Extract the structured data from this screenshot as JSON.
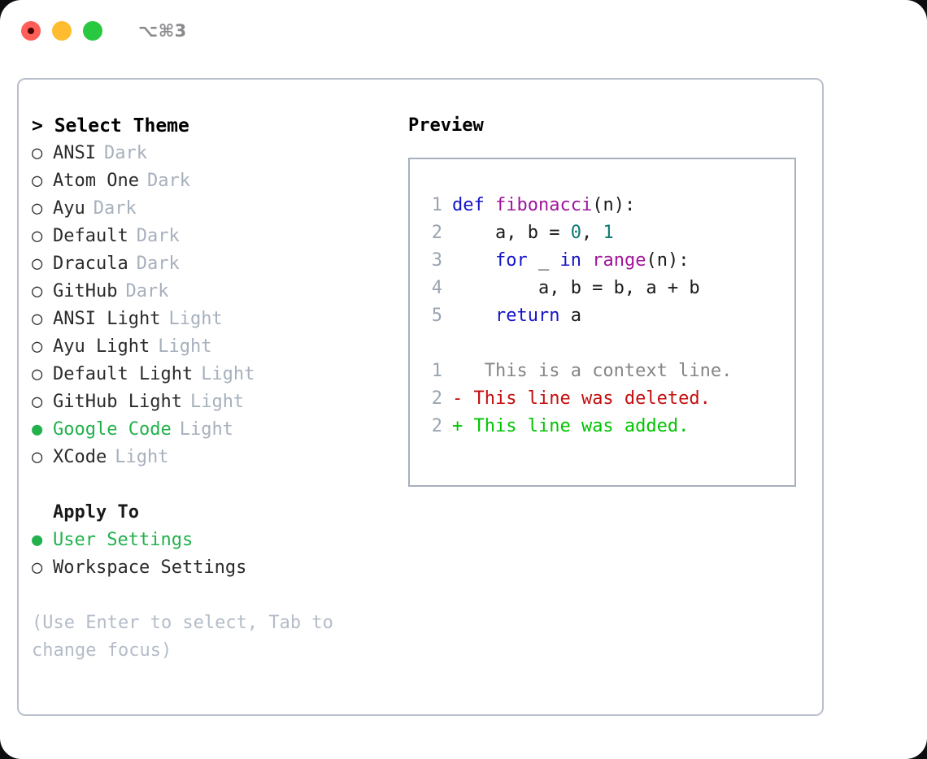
{
  "titlebar": {
    "shortcut": "⌥⌘3",
    "lights": [
      "close-red",
      "minimize-yellow",
      "maximize-green"
    ]
  },
  "left": {
    "header": "> Select Theme",
    "themes": [
      {
        "bullet": "○",
        "name": "ANSI",
        "tag": "Dark",
        "selected": false
      },
      {
        "bullet": "○",
        "name": "Atom One",
        "tag": "Dark",
        "selected": false
      },
      {
        "bullet": "○",
        "name": "Ayu",
        "tag": "Dark",
        "selected": false
      },
      {
        "bullet": "○",
        "name": "Default",
        "tag": "Dark",
        "selected": false
      },
      {
        "bullet": "○",
        "name": "Dracula",
        "tag": "Dark",
        "selected": false
      },
      {
        "bullet": "○",
        "name": "GitHub",
        "tag": "Dark",
        "selected": false
      },
      {
        "bullet": "○",
        "name": "ANSI Light",
        "tag": "Light",
        "selected": false
      },
      {
        "bullet": "○",
        "name": "Ayu Light",
        "tag": "Light",
        "selected": false
      },
      {
        "bullet": "○",
        "name": "Default Light",
        "tag": "Light",
        "selected": false
      },
      {
        "bullet": "○",
        "name": "GitHub Light",
        "tag": "Light",
        "selected": false
      },
      {
        "bullet": "●",
        "name": "Google Code",
        "tag": "Light",
        "selected": true
      },
      {
        "bullet": "○",
        "name": "XCode",
        "tag": "Light",
        "selected": false
      }
    ],
    "apply_header": "Apply To",
    "apply_options": [
      {
        "bullet": "●",
        "name": "User Settings",
        "tag": "",
        "selected": true
      },
      {
        "bullet": "○",
        "name": "Workspace Settings",
        "tag": "",
        "selected": false
      }
    ],
    "hint": "(Use Enter to select, Tab to change focus)"
  },
  "preview": {
    "title": "Preview",
    "code_lines": [
      {
        "num": "1",
        "tokens": [
          {
            "t": "def",
            "c": "kw"
          },
          {
            "t": " ",
            "c": "pl"
          },
          {
            "t": "fibonacci",
            "c": "fn"
          },
          {
            "t": "(n):",
            "c": "pl"
          }
        ]
      },
      {
        "num": "2",
        "tokens": [
          {
            "t": "    a, b = ",
            "c": "pl"
          },
          {
            "t": "0",
            "c": "num"
          },
          {
            "t": ", ",
            "c": "pl"
          },
          {
            "t": "1",
            "c": "num"
          }
        ]
      },
      {
        "num": "3",
        "tokens": [
          {
            "t": "    ",
            "c": "pl"
          },
          {
            "t": "for",
            "c": "kw"
          },
          {
            "t": " _ ",
            "c": "pl"
          },
          {
            "t": "in",
            "c": "kw"
          },
          {
            "t": " ",
            "c": "pl"
          },
          {
            "t": "range",
            "c": "fn"
          },
          {
            "t": "(n):",
            "c": "pl"
          }
        ]
      },
      {
        "num": "4",
        "tokens": [
          {
            "t": "        a, b = b, a + b",
            "c": "pl"
          }
        ]
      },
      {
        "num": "5",
        "tokens": [
          {
            "t": "    ",
            "c": "pl"
          },
          {
            "t": "return",
            "c": "kw"
          },
          {
            "t": " a",
            "c": "pl"
          }
        ]
      }
    ],
    "diff_lines": [
      {
        "num": "1",
        "marker": " ",
        "text": "  This is a context line.",
        "kind": "d-ctx"
      },
      {
        "num": "2",
        "marker": "-",
        "text": " This line was deleted.",
        "kind": "d-del"
      },
      {
        "num": "2",
        "marker": "+",
        "text": " This line was added.",
        "kind": "d-add"
      }
    ]
  },
  "colors": {
    "accent_green": "#22b14c",
    "muted": "#a7b0bd",
    "border": "#b9c0cb",
    "keyword": "#1414c8",
    "function": "#a0149b",
    "number": "#0b7a73",
    "diff_add": "#00c400",
    "diff_del": "#c40e0e"
  }
}
